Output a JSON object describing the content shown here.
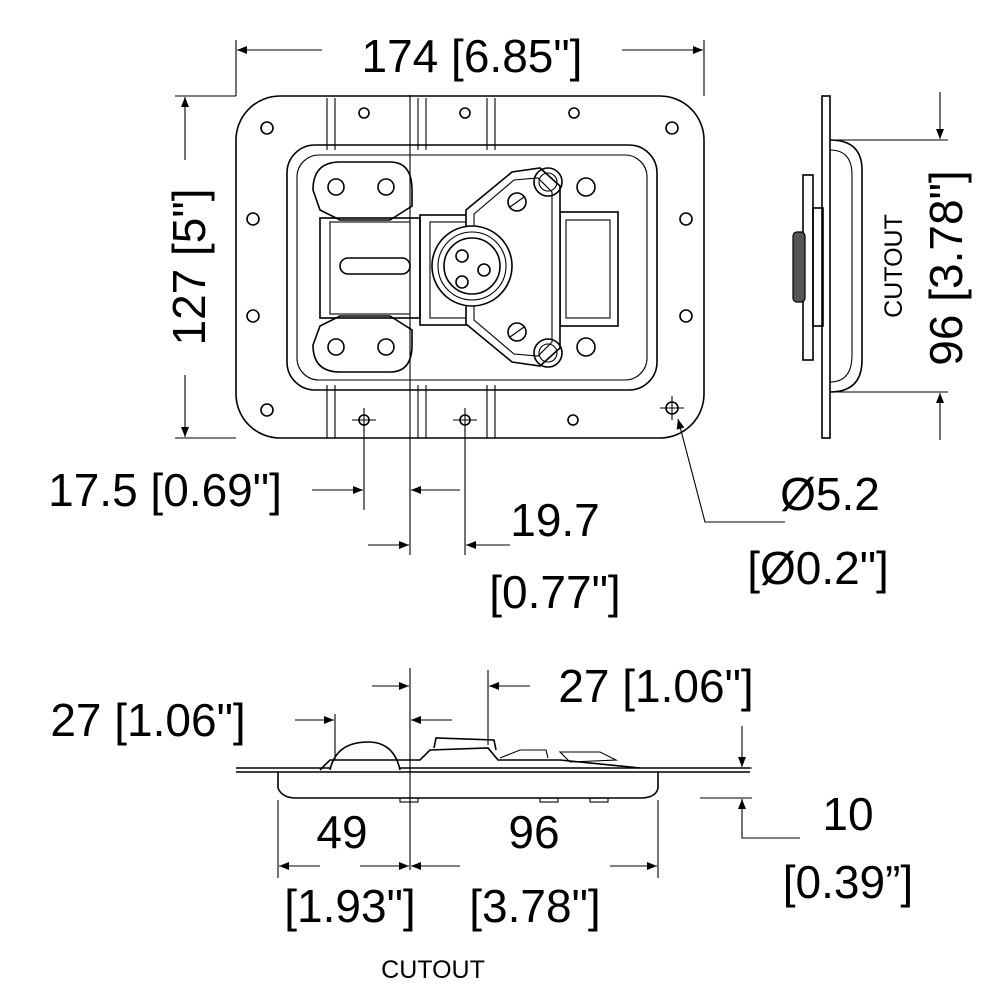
{
  "dimensions": {
    "overall_width": "174 [6.85\"]",
    "overall_height": "127 [5\"]",
    "cutout_height_value": "96 [3.78\"]",
    "cutout_label_side": "CUTOUT",
    "offset_left": "17.5 [0.69\"]",
    "offset_right_value": "19.7",
    "offset_right_inch": "[0.77\"]",
    "hole_dia_value": "Ø5.2",
    "hole_dia_inch": "[Ø0.2\"]",
    "side_gap_left": "27 [1.06\"]",
    "side_gap_right": "27 [1.06\"]",
    "depth_value": "10",
    "depth_inch": "[0.39”]",
    "cutout_left_value": "49",
    "cutout_left_inch": "[1.93\"]",
    "cutout_right_value": "96",
    "cutout_right_inch": "[3.78\"]",
    "cutout_label_bottom": "CUTOUT"
  }
}
